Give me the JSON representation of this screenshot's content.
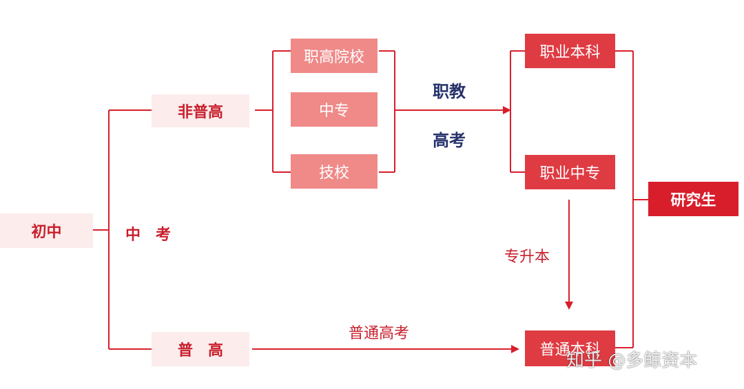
{
  "nodes": {
    "chuzhong": "初中",
    "feipugao": "非普高",
    "pugao": "普　高",
    "zhigao": "职高院校",
    "zhongzhuan": "中专",
    "jixiao": "技校",
    "zhiye_benke": "职业本科",
    "zhiye_zhongzhuan": "职业中专",
    "putong_benke": "普通本科",
    "yanjiusheng": "研究生"
  },
  "edge_labels": {
    "zhongkao": "中　考",
    "zhijiao": "职教",
    "gaokao": "高考",
    "zhuanshengben": "专升本",
    "putong_gaokao": "普通高考"
  },
  "watermark": "知乎 @多鲸资本",
  "colors": {
    "line": "#d81e2b",
    "pale_box": "#fcecec",
    "mid_box": "#ef8a89",
    "red_box": "#df3b43",
    "dark_box": "#d81e2b",
    "navy_text": "#27326b"
  }
}
